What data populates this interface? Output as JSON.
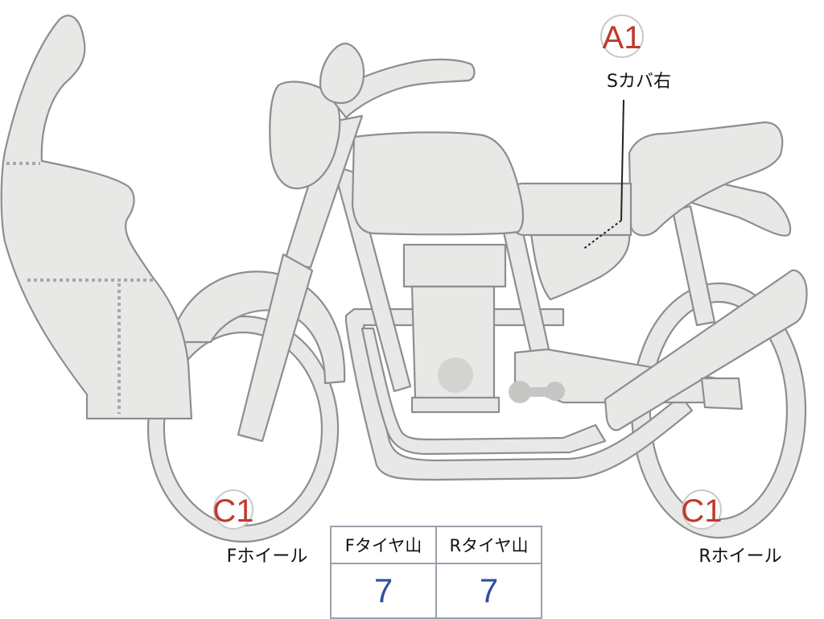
{
  "callouts": {
    "a1": {
      "badge": "A1",
      "label": "Sカバ右"
    },
    "c1_front": {
      "badge": "C1",
      "label": "Fホイール"
    },
    "c1_rear": {
      "badge": "C1",
      "label": "Rホイール"
    }
  },
  "tire_table": {
    "headers": [
      "Fタイヤ山",
      "Rタイヤ山"
    ],
    "values": [
      "7",
      "7"
    ]
  },
  "colors": {
    "part_fill": "#e8e8e6",
    "outline": "#8d8d93",
    "badge_text": "#c0392b",
    "value_text": "#2f4fa1"
  }
}
